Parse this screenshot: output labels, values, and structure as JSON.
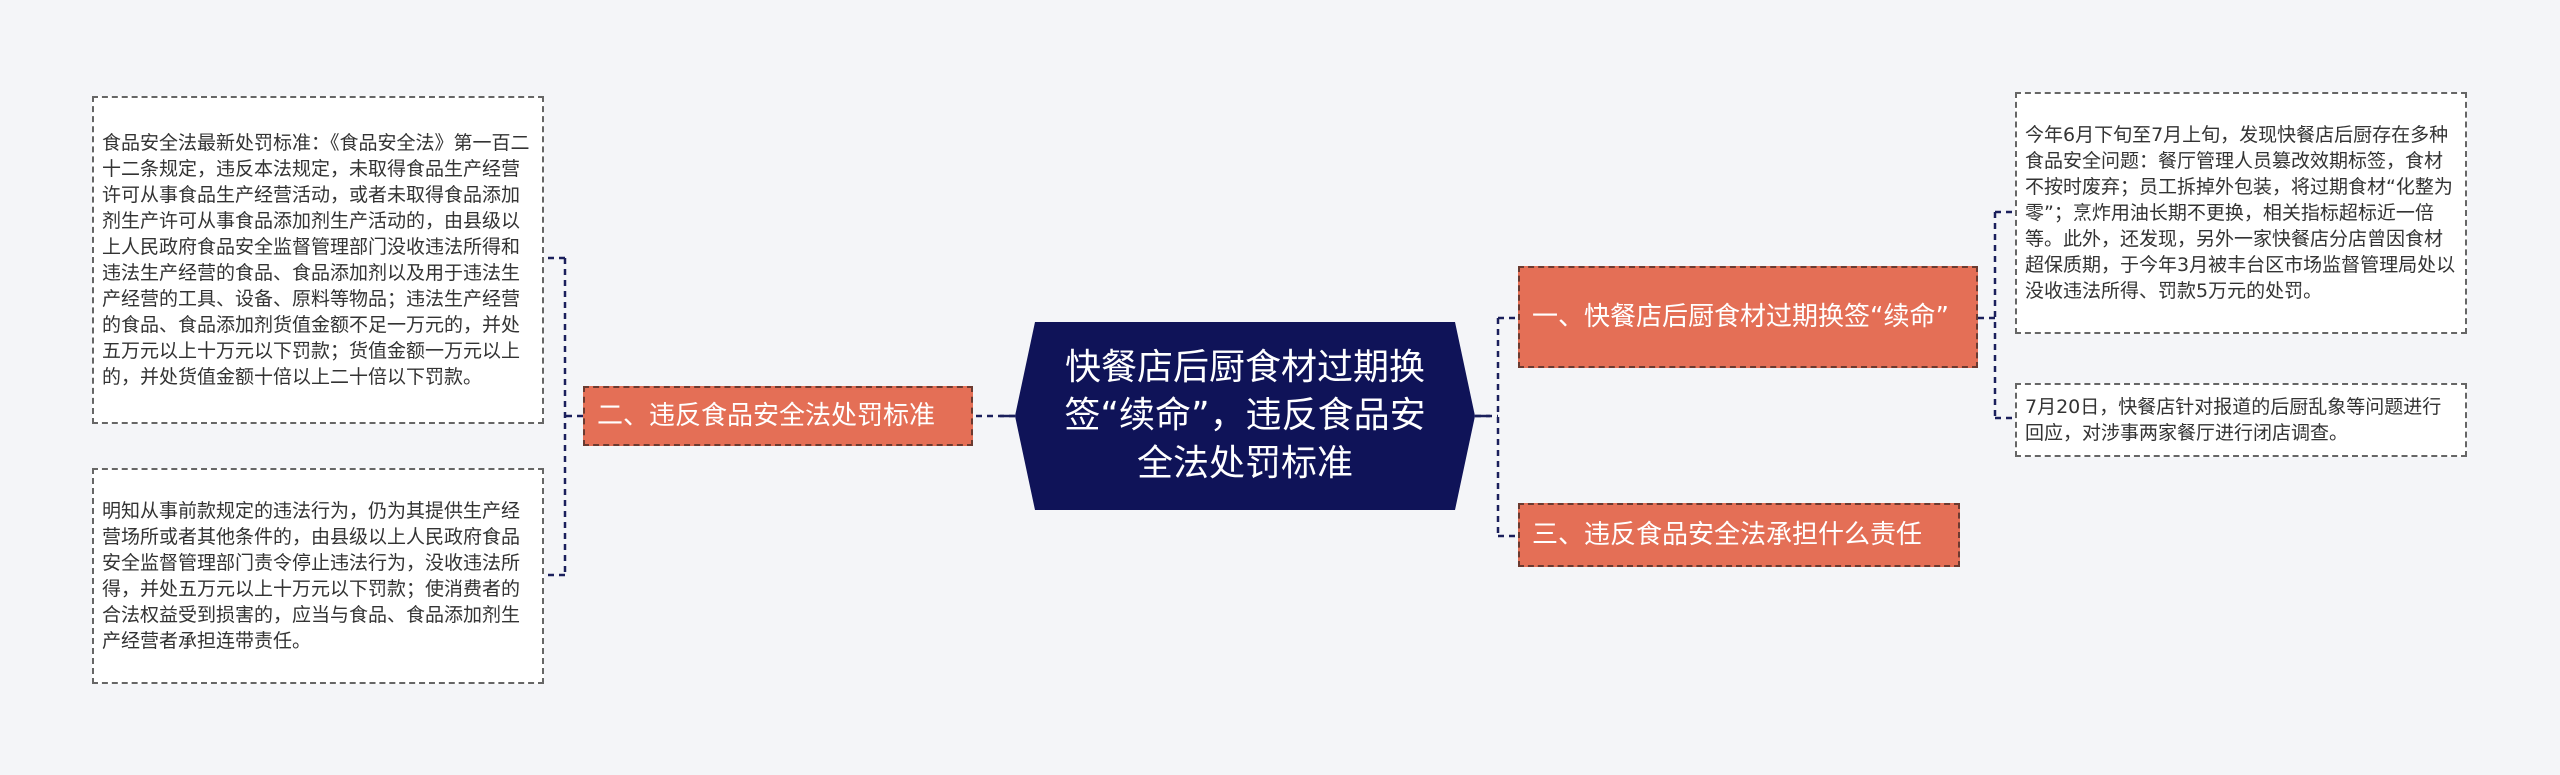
{
  "central": {
    "title": "快餐店后厨食材过期换签“续命”，违反食品安全法处罚标准"
  },
  "branches": {
    "right_1": "一、快餐店后厨食材过期换签“续命”",
    "left_2": "二、违反食品安全法处罚标准",
    "right_3": "三、违反食品安全法承担什么责任"
  },
  "leaves": {
    "right_1_a": "今年6月下旬至7月上旬，发现快餐店后厨存在多种食品安全问题：餐厅管理人员篡改效期标签，食材不按时废弃；员工拆掉外包装，将过期食材“化整为零”；烹炸用油长期不更换，相关指标超标近一倍等。此外，还发现，另外一家快餐店分店曾因食材超保质期，于今年3月被丰台区市场监督管理局处以没收违法所得、罚款5万元的处罚。",
    "right_1_b": "7月20日，快餐店针对报道的后厨乱象等问题进行回应，对涉事两家餐厅进行闭店调查。",
    "left_2_a": "食品安全法最新处罚标准：《食品安全法》第一百二十二条规定，违反本法规定，未取得食品生产经营许可从事食品生产经营活动，或者未取得食品添加剂生产许可从事食品添加剂生产活动的，由县级以上人民政府食品安全监督管理部门没收违法所得和违法生产经营的食品、食品添加剂以及用于违法生产经营的工具、设备、原料等物品；违法生产经营的食品、食品添加剂货值金额不足一万元的，并处五万元以上十万元以下罚款；货值金额一万元以上的，并处货值金额十倍以上二十倍以下罚款。",
    "left_2_b": "明知从事前款规定的违法行为，仍为其提供生产经营场所或者其他条件的，由县级以上人民政府食品安全监督管理部门责令停止违法行为，没收违法所得，并处五万元以上十万元以下罚款；使消费者的合法权益受到损害的，应当与食品、食品添加剂生产经营者承担连带责任。"
  },
  "colors": {
    "background": "#f4f5f8",
    "central_fill": "#0f1358",
    "branch_fill": "#e46f56",
    "leaf_fill": "#ffffff",
    "connector": "#1a1f5c"
  }
}
